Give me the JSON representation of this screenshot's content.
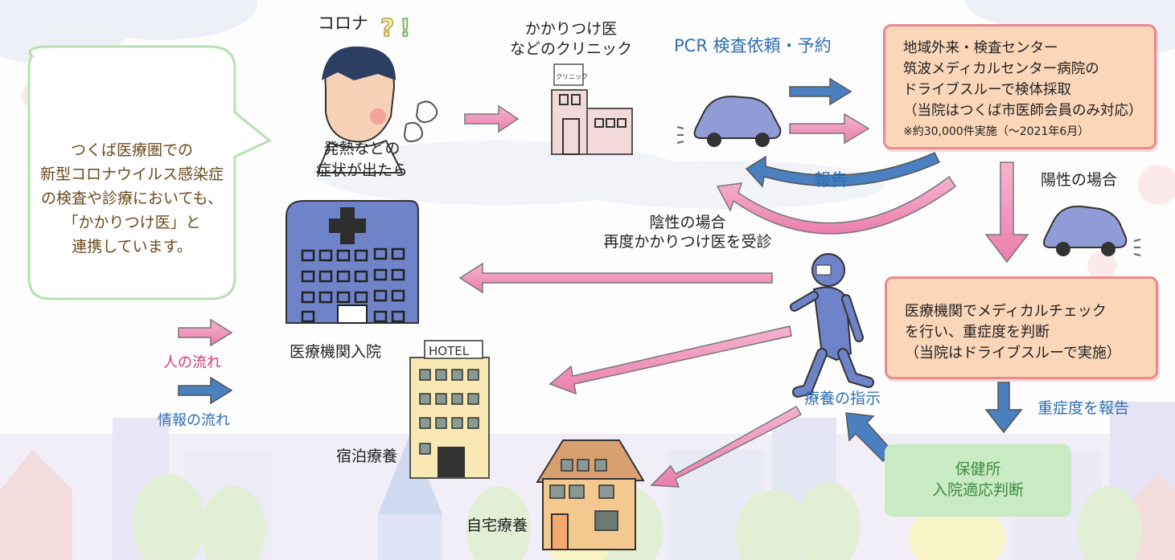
{
  "speech_bubble": {
    "text": "つくば医療圏での\n新型コロナウイルス感染症\nの検査や診療においても、\n「かかりつけ医」と\n連携しています。"
  },
  "patient": {
    "top_label": "コロナ",
    "marks": "?!",
    "bottom_label": "発熱などの\n症状が出たら"
  },
  "clinic": {
    "label": "かかりつけ医\nなどのクリニック",
    "sign": "クリニック"
  },
  "pcr_label": "PCR 検査依頼・予約",
  "test_center_box": {
    "lines": "地域外来・検査センター\n筑波メディカルセンター病院の\nドライブスルーで検体採取\n（当院はつくば市医師会員のみ対応）",
    "note": "※約30,000件実施（〜2021年6月）"
  },
  "report_label": "報告",
  "positive_label": "陽性の場合",
  "negative_label": "陰性の場合\n再度かかりつけ医を受診",
  "medical_check_box": {
    "lines": "医療機関でメディカルチェック\nを行い、重症度を判断\n（当院はドライブスルーで実施）"
  },
  "severity_report_label": "重症度を報告",
  "health_center_box": {
    "lines": "保健所\n入院適応判断"
  },
  "treatment_instruction_label": "療養の指示",
  "hospital_label": "医療機関入院",
  "hotel_label": "宿泊療養",
  "hotel_sign": "HOTEL",
  "home_label": "自宅療養",
  "legend": {
    "people_flow": "人の流れ",
    "info_flow": "情報の流れ"
  },
  "colors": {
    "pink_arrow": "#f29bbf",
    "blue_arrow": "#4a7fc0",
    "building_blue": "#6f83c9",
    "car_blue": "#8f9cd6",
    "orange_box": "#fbd6b8",
    "green_box": "#c8ebc4",
    "bubble_border": "#b9dfb3"
  }
}
